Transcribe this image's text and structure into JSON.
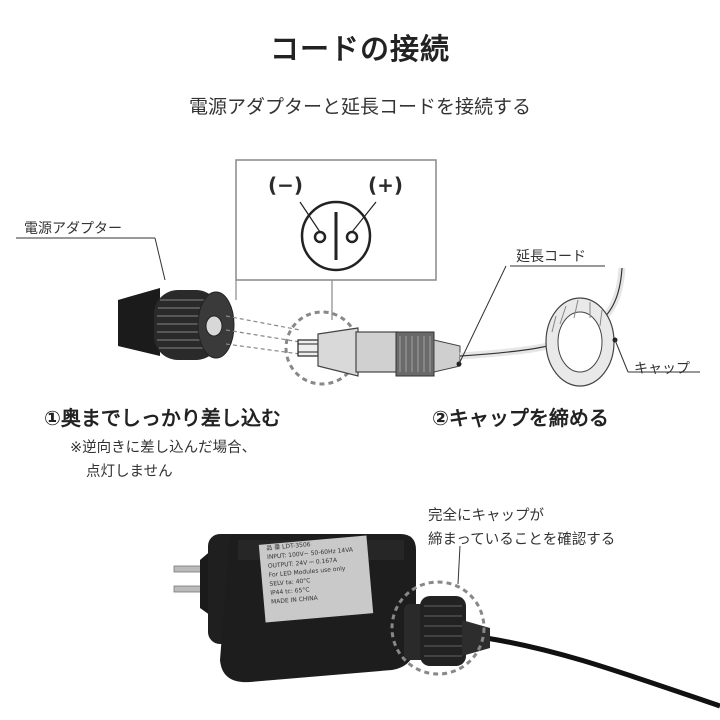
{
  "page": {
    "title": "コードの接続",
    "subtitle": "電源アダプターと延長コードを接続する"
  },
  "diagram1": {
    "inset_minus": "(−)",
    "inset_plus": "(+)",
    "label_adapter": "電源アダプター",
    "label_extension": "延長コード",
    "label_cap": "キャップ"
  },
  "steps": {
    "step1": "①奥までしっかり差し込む",
    "step1_note_line1": "※逆向きに差し込んだ場合、",
    "step1_note_line2": "点灯しません",
    "step2": "②キャップを締める"
  },
  "diagram2": {
    "callout_line1": "完全にキャップが",
    "callout_line2": "締まっていることを確認する",
    "label_brand": "品 番",
    "label_model": "LDT-3506",
    "label_input": "INPUT: 100V~ 50-60Hz 14VA",
    "label_output": "OUTPUT: 24V ⎓ 0.167A",
    "label_for": "For LED Modules use only",
    "label_selv": "SELV",
    "label_temp": "ta: 40°C",
    "label_ip": "IP44",
    "label_tc": "tc: 65°C",
    "label_made": "MADE IN CHINA"
  }
}
